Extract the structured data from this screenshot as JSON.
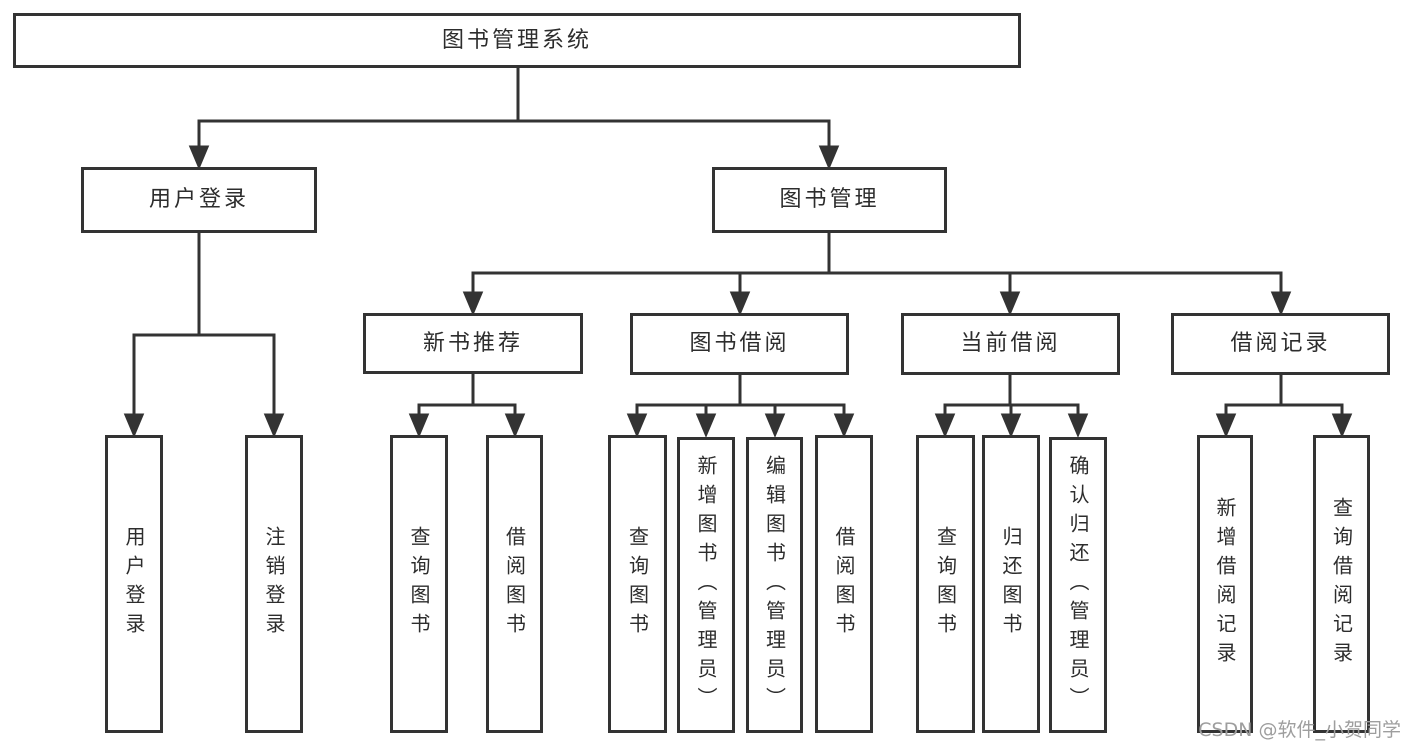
{
  "diagram": {
    "tree": {
      "label": "图书管理系统",
      "children": [
        {
          "label": "用户登录",
          "children": [
            {
              "label": "用户登录"
            },
            {
              "label": "注销登录"
            }
          ]
        },
        {
          "label": "图书管理",
          "children": [
            {
              "label": "新书推荐",
              "children": [
                {
                  "label": "查询图书"
                },
                {
                  "label": "借阅图书"
                }
              ]
            },
            {
              "label": "图书借阅",
              "children": [
                {
                  "label": "查询图书"
                },
                {
                  "label": "新增图书（管理员）"
                },
                {
                  "label": "编辑图书（管理员）"
                },
                {
                  "label": "借阅图书"
                }
              ]
            },
            {
              "label": "当前借阅",
              "children": [
                {
                  "label": "查询图书"
                },
                {
                  "label": "归还图书"
                },
                {
                  "label": "确认归还（管理员）"
                }
              ]
            },
            {
              "label": "借阅记录",
              "children": [
                {
                  "label": "新增借阅记录"
                },
                {
                  "label": "查询借阅记录"
                }
              ]
            }
          ]
        }
      ]
    },
    "colors": {
      "line": "#333333",
      "box_border": "#333333",
      "text": "#2d2d2d",
      "watermark_text": "#9e9e9e",
      "background": "#ffffff"
    }
  },
  "watermark": "CSDN @软件_小贺同学"
}
